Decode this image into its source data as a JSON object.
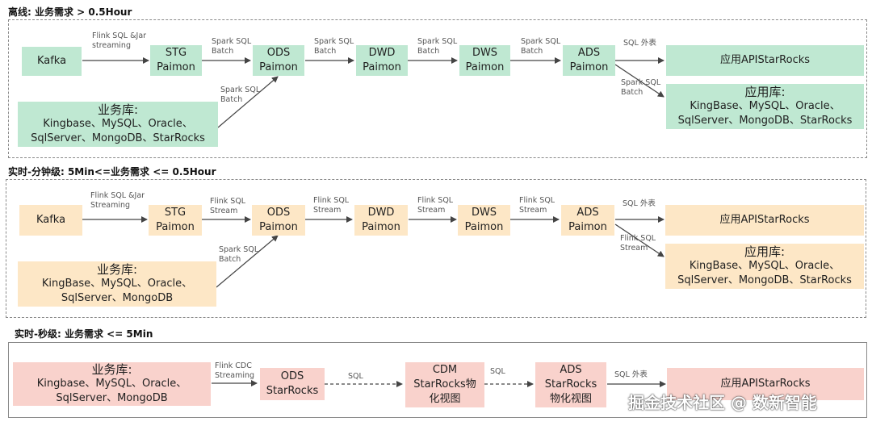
{
  "sections": [
    {
      "title": "离线: 业务需求 > 0.5Hour",
      "nodes": {
        "kafka": "Kafka",
        "stg": [
          "STG",
          "Paimon"
        ],
        "ods": [
          "ODS",
          "Paimon"
        ],
        "dwd": [
          "DWD",
          "Paimon"
        ],
        "dws": [
          "DWS",
          "Paimon"
        ],
        "ads": [
          "ADS",
          "Paimon"
        ],
        "api": "应用APIStarRocks",
        "appdb": [
          "应用库:",
          "KingBase、MySQL、Oracle、",
          "SqlServer、MongoDB、StarRocks"
        ],
        "bizdb": [
          "业务库:",
          "Kingbase、MySQL、Oracle、",
          "SqlServer、MongoDB、StarRocks"
        ]
      },
      "edge_labels": {
        "kafka_stg": [
          "Flink SQL &Jar",
          "streaming"
        ],
        "stg_ods": [
          "Spark SQL",
          "Batch"
        ],
        "ods_dwd": [
          "Spark SQL",
          "Batch"
        ],
        "dwd_dws": [
          "Spark SQL",
          "Batch"
        ],
        "dws_ads": [
          "Spark SQL",
          "Batch"
        ],
        "ads_api": [
          "SQL 外表"
        ],
        "ads_appdb": [
          "Spark SQL",
          "Batch"
        ],
        "biz_ods": [
          "Spark SQL",
          "Batch"
        ]
      }
    },
    {
      "title": "实时-分钟级: 5Min<=业务需求 <= 0.5Hour",
      "nodes": {
        "kafka": "Kafka",
        "stg": [
          "STG",
          "Paimon"
        ],
        "ods": [
          "ODS",
          "Paimon"
        ],
        "dwd": [
          "DWD",
          "Paimon"
        ],
        "dws": [
          "DWS",
          "Paimon"
        ],
        "ads": [
          "ADS",
          "Paimon"
        ],
        "api": "应用APIStarRocks",
        "appdb": [
          "应用库:",
          "KingBase、MySQL、Oracle、",
          "SqlServer、MongoDB、StarRocks"
        ],
        "bizdb": [
          "业务库:",
          "KingBase、MySQL、Oracle、",
          "SqlServer、MongoDB"
        ]
      },
      "edge_labels": {
        "kafka_stg": [
          "Flink SQL &Jar",
          "Streaming"
        ],
        "stg_ods": [
          "Flink SQL",
          "Stream"
        ],
        "ods_dwd": [
          "Flink SQL",
          "Stream"
        ],
        "dwd_dws": [
          "Flink SQL",
          "Stream"
        ],
        "dws_ads": [
          "Flink SQL",
          "Stream"
        ],
        "ads_api": [
          "SQL 外表"
        ],
        "ads_appdb": [
          "Flink SQL",
          "Stream"
        ],
        "biz_ods": [
          "Spark SQL",
          "Batch"
        ]
      }
    },
    {
      "title": "实时-秒级: 业务需求 <= 5Min",
      "nodes": {
        "bizdb": [
          "业务库:",
          "Kingbase、MySQL、Oracle、",
          "SqlServer、MongoDB"
        ],
        "ods": [
          "ODS",
          "StarRocks"
        ],
        "cdm": [
          "CDM",
          "StarRocks物",
          "化视图"
        ],
        "ads": [
          "ADS",
          "StarRocks",
          "物化视图"
        ],
        "api": "应用APIStarRocks"
      },
      "edge_labels": {
        "biz_ods": [
          "Flink CDC",
          "Streaming"
        ],
        "ods_cdm": [
          "SQL"
        ],
        "cdm_ads": [
          "SQL"
        ],
        "ads_api": [
          "SQL 外表"
        ]
      }
    }
  ],
  "watermark": "掘金技术社区 @ 数新智能",
  "colors": {
    "offline": "#bfe8d2",
    "minute": "#fde7c6",
    "second": "#f9d2cc",
    "arrow": "#444444"
  }
}
